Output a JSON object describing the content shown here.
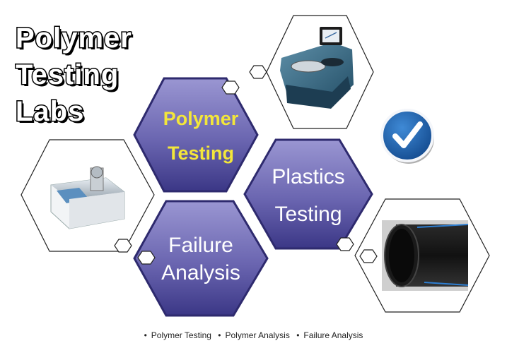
{
  "title_lines": [
    "Polymer",
    "Testing",
    "Labs"
  ],
  "hexagons": {
    "polymer_testing": {
      "line1": "Polymer",
      "line2": "Testing",
      "text_color": "#f3e63a"
    },
    "plastics_testing": {
      "line1": "Plastics",
      "line2": "Testing",
      "text_color": "#ffffff"
    },
    "failure_analysis": {
      "line1": "Failure",
      "line2": "Analysis",
      "text_color": "#ffffff"
    }
  },
  "footer": {
    "bullet": "•",
    "items": [
      "Polymer Testing",
      "Polymer Analysis",
      "Failure Analysis"
    ]
  },
  "colors": {
    "hex_light": "#8a86c6",
    "hex_dark": "#3e3a88",
    "hex_border": "#2e2a6e",
    "check_badge": "#1f5ea8"
  },
  "icons": [
    "checkmark-badge-icon",
    "hexagon-outline-icon"
  ]
}
